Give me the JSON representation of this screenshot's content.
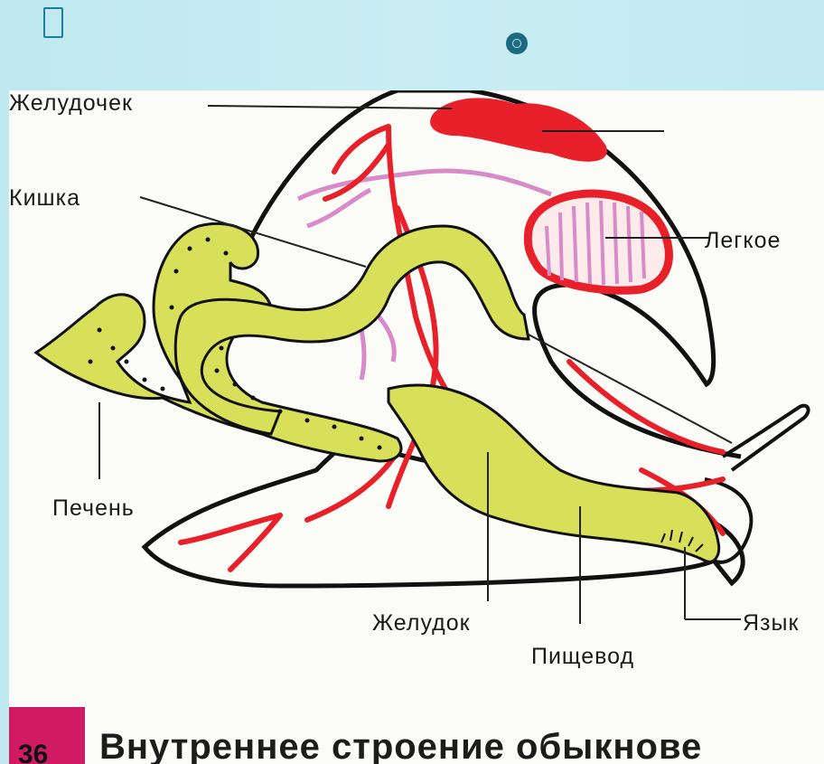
{
  "slide": {
    "icons": [
      "square-glyph-icon",
      "bullet-circle-icon"
    ]
  },
  "figure": {
    "labels": {
      "ventricle": "Желудочек",
      "intestine": "Кишка",
      "lung": "Легкое",
      "liver": "Печень",
      "stomach": "Желудок",
      "esophagus": "Пищевод",
      "tongue": "Язык"
    },
    "figure_number": "36",
    "caption": "Внутреннее строение обыкнове"
  },
  "colors": {
    "background": "#c4eaf2",
    "organ_yellow": "#d8e05a",
    "vessel_red": "#e8202a",
    "nerve_pink": "#d98ac8",
    "caption_badge": "#d01a64"
  }
}
